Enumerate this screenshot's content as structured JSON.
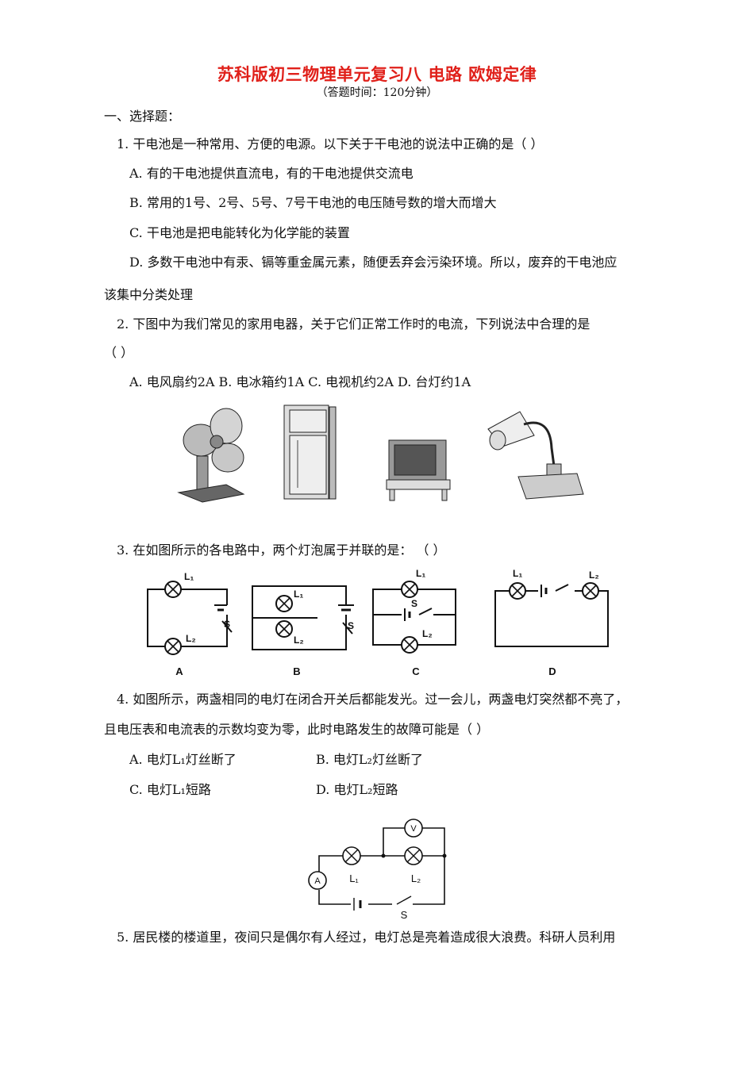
{
  "header": {
    "title": "苏科版初三物理单元复习八 电路 欧姆定律",
    "subtitle": "（答题时间：120分钟）"
  },
  "section": {
    "heading": "一、选择题："
  },
  "questions": [
    {
      "stem": "1. 干电池是一种常用、方便的电源。以下关于干电池的说法中正确的是（    ）",
      "options": [
        "A. 有的干电池提供直流电，有的干电池提供交流电",
        "B. 常用的1号、2号、5号、7号干电池的电压随号数的增大而增大",
        "C. 干电池是把电能转化为化学能的装置",
        "D. 多数干电池中有汞、镉等重金属元素，随便丢弃会污染环境。所以，废弃的干电池应"
      ],
      "continuation": "该集中分类处理"
    },
    {
      "stem": "2. 下图中为我们常见的家用电器，关于它们正常工作时的电流，下列说法中合理的是",
      "stem_cont": "（    ）",
      "options_line": "A. 电风扇约2A    B. 电冰箱约1A    C. 电视机约2A    D. 台灯约1A"
    },
    {
      "stem": "3. 在如图所示的各电路中，两个灯泡属于并联的是：  （    ）",
      "circuit_labels": [
        "A",
        "B",
        "C",
        "D"
      ],
      "component_labels": {
        "lamp1": "L₁",
        "lamp2": "L₂",
        "switch": "S"
      }
    },
    {
      "stem": "4. 如图所示，两盏相同的电灯在闭合开关后都能发光。过一会儿，两盏电灯突然都不亮了，",
      "stem_cont": "且电压表和电流表的示数均变为零，此时电路发生的故障可能是（    ）",
      "options": {
        "a": "A. 电灯L₁灯丝断了",
        "b": "B. 电灯L₂灯丝断了",
        "c": "C. 电灯L₁短路",
        "d": "D. 电灯L₂短路"
      },
      "meter_labels": {
        "ammeter": "A",
        "voltmeter": "V"
      }
    },
    {
      "stem": "5. 居民楼的楼道里，夜间只是偶尔有人经过，电灯总是亮着造成很大浪费。科研人员利用"
    }
  ]
}
